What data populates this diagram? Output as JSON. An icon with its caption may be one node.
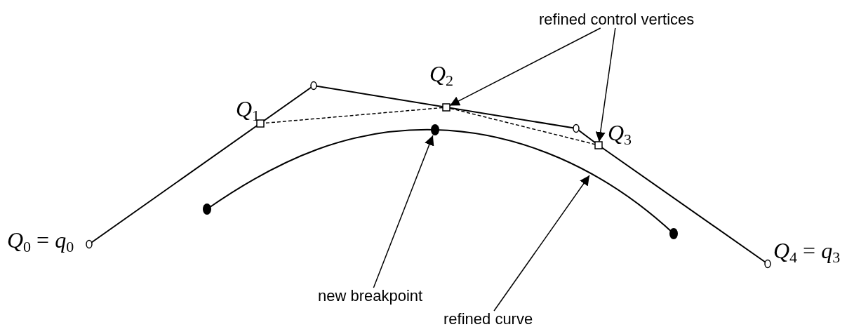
{
  "diagram": {
    "nodes": [
      {
        "text": [
          "refined control vertices"
        ]
      },
      {
        "text": [],
        "shape": "box",
        "beside": [
          "*Q*$_{2}$"
        ]
      },
      {
        "text": [],
        "shape": "box",
        "beside": [
          "*Q*$_{3}$"
        ]
      },
      {
        "text": [
          "new breakpoint"
        ]
      },
      {
        "text": [],
        "shape": "circle"
      },
      {
        "text": [
          "refined curve"
        ]
      }
    ],
    "edges": [
      {
        "from": 0,
        "to": 1,
        "arrow": "to"
      },
      {
        "from": 0,
        "to": 2,
        "arrow": "to"
      },
      {
        "from": 3,
        "to": 4,
        "arrow": "to"
      },
      {
        "from": 5,
        "to": null,
        "arrow": "to"
      }
    ],
    "labels": [
      "*Q*$_{1}$",
      "*Q*$_{0}$ = *q*$_{0}$",
      "*Q*$_{4}$ = *q*$_{3}$"
    ]
  }
}
